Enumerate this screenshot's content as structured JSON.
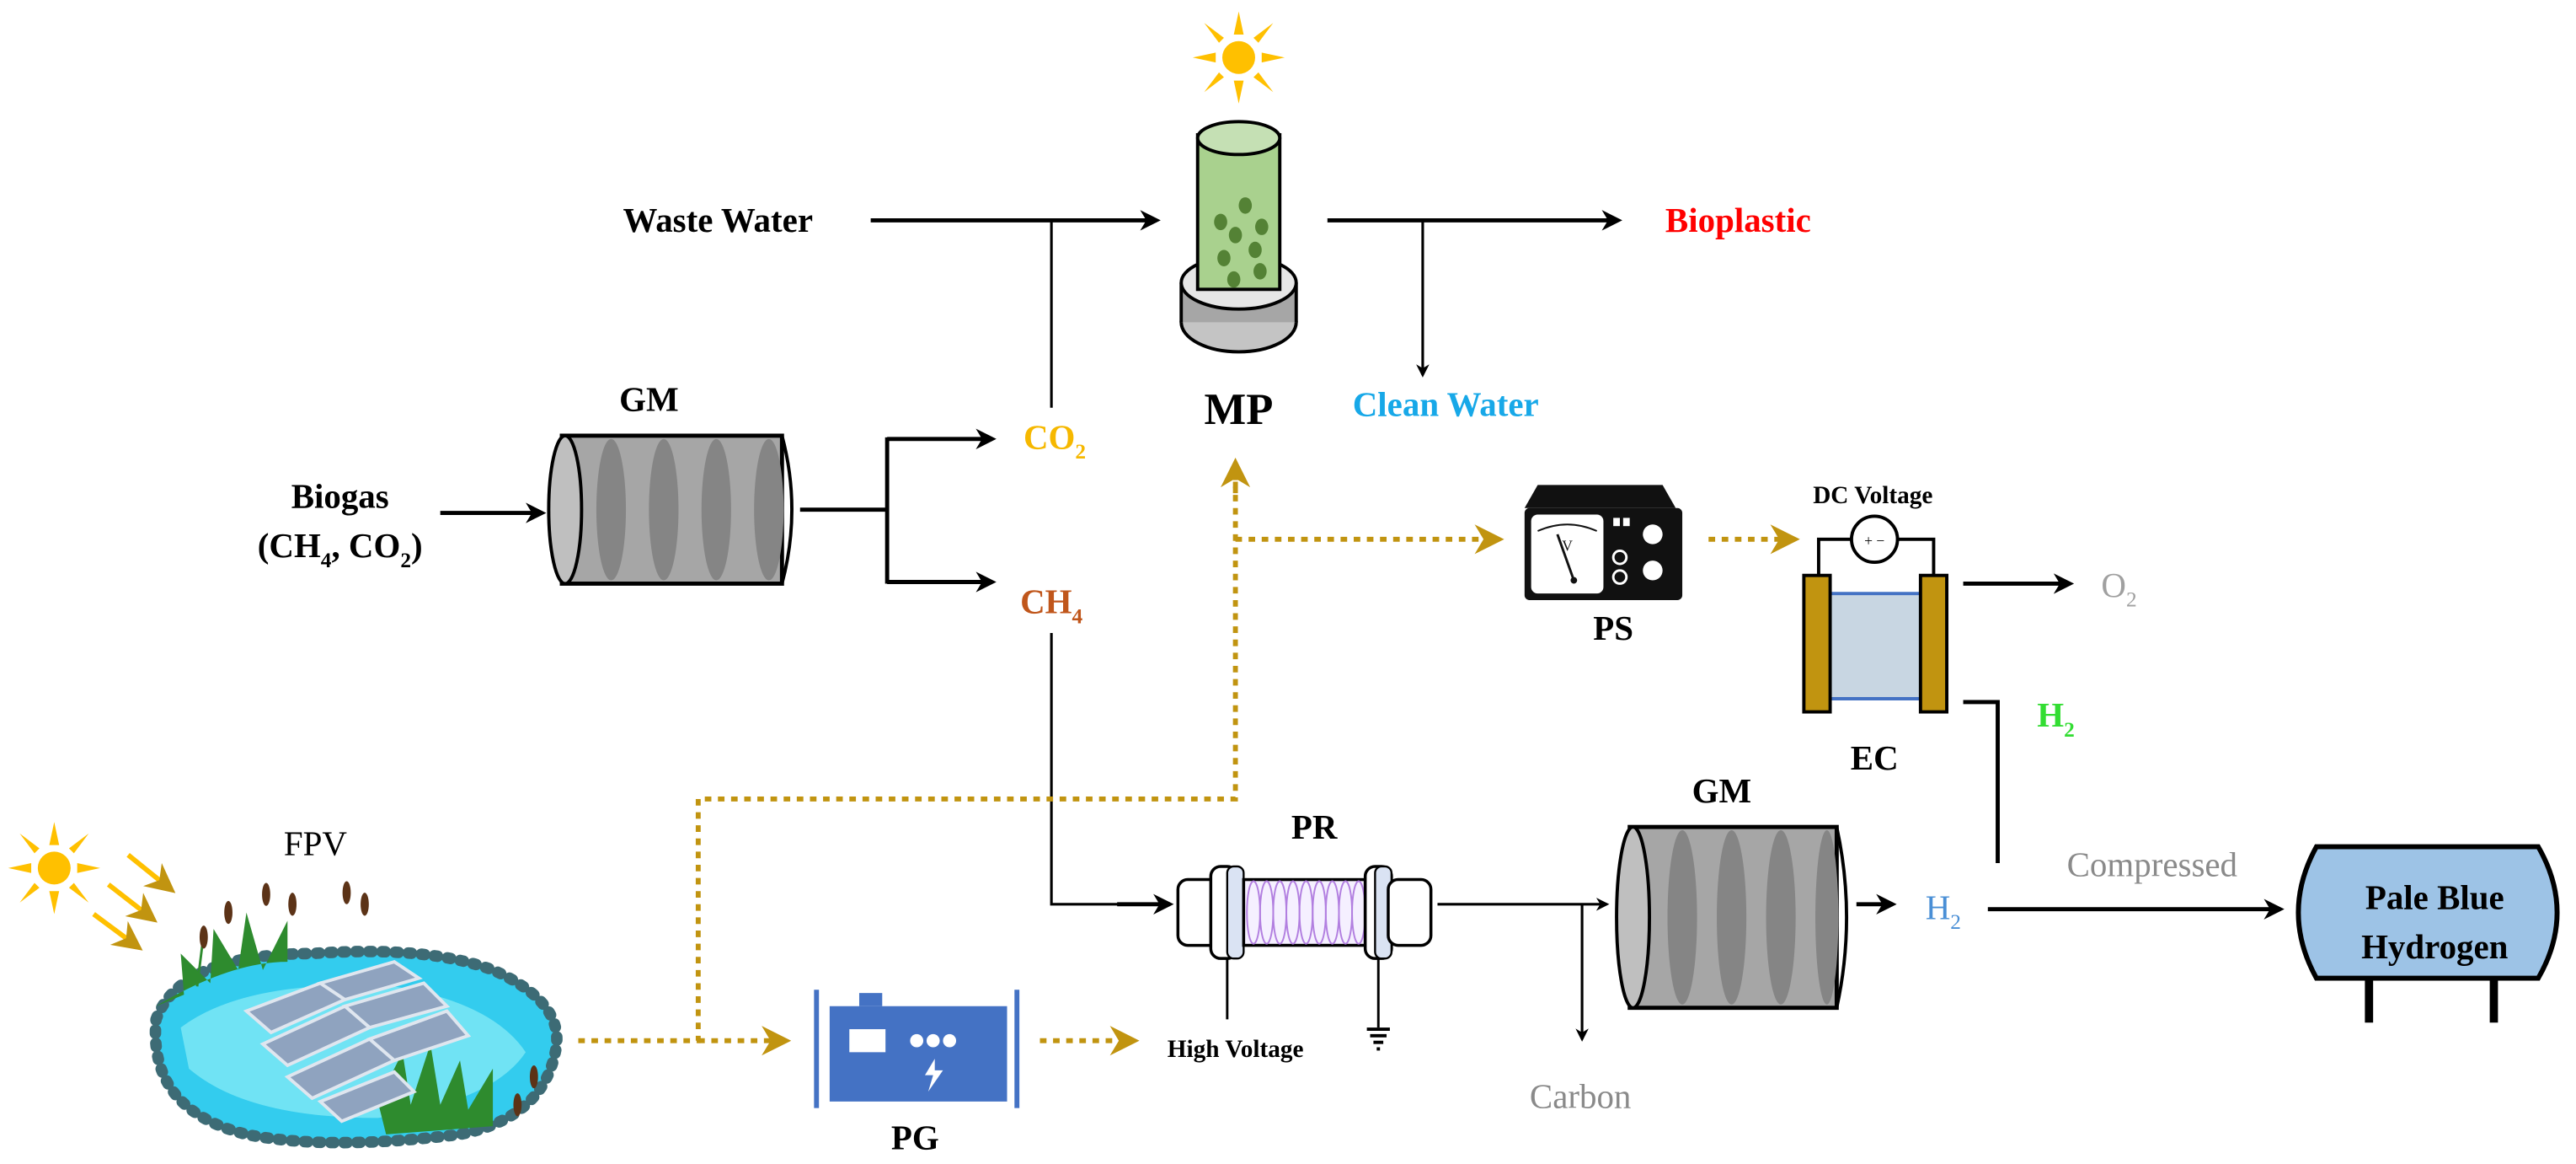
{
  "diagram": {
    "title": "",
    "colors": {
      "flow": "#000000",
      "power_flow": "#c19410",
      "co2": "#f6b800",
      "ch4": "#c0561b",
      "bioplastic": "#ff0000",
      "clean_water": "#17a8e8",
      "o2": "#a0a0a0",
      "h2_ec": "#33dd33",
      "h2_pr": "#4a8fd6",
      "carbon": "#8a8a8a",
      "compressed": "#8a8a8a",
      "storage_fill": "#9dc3e6",
      "generator": "#4472c4",
      "electrode": "#c19410",
      "electrolyte": "#c8d6e2",
      "sun": "#ffc000"
    },
    "nodes": {
      "waste_water": {
        "label": "Waste Water"
      },
      "mp": {
        "label": "MP",
        "icon": "photobioreactor-icon"
      },
      "bioplastic": {
        "label": "Bioplastic"
      },
      "clean_water": {
        "label": "Clean Water"
      },
      "biogas": {
        "label_line1": "Biogas",
        "label_line2_parts": [
          "(CH",
          "4",
          ", CO",
          "2",
          ")"
        ]
      },
      "gm1": {
        "label": "GM",
        "icon": "gas-membrane-icon"
      },
      "co2": {
        "base": "CO",
        "sub": "2"
      },
      "ch4": {
        "base": "CH",
        "sub": "4"
      },
      "ps": {
        "label": "PS",
        "icon": "power-supply-icon"
      },
      "dc_voltage": {
        "label": "DC Voltage"
      },
      "ec": {
        "label": "EC",
        "icon": "electrolysis-cell-icon"
      },
      "o2": {
        "base": "O",
        "sub": "2"
      },
      "h2_ec": {
        "base": "H",
        "sub": "2"
      },
      "fpv": {
        "label": "FPV",
        "icon": "floating-pv-pond-icon"
      },
      "pr": {
        "label": "PR",
        "icon": "plasma-reactor-icon"
      },
      "high_voltage": {
        "label": "High Voltage"
      },
      "pg": {
        "label": "PG",
        "icon": "power-generator-icon"
      },
      "gm2": {
        "label": "GM",
        "icon": "gas-membrane-icon"
      },
      "h2_pr": {
        "base": "H",
        "sub": "2"
      },
      "carbon": {
        "label": "Carbon"
      },
      "compressed": {
        "label": "Compressed"
      },
      "storage": {
        "label_line1": "Pale Blue",
        "label_line2": "Hydrogen",
        "icon": "hydrogen-tank-icon"
      }
    },
    "edges": [
      {
        "from": "Waste Water",
        "to": "MP",
        "type": "material"
      },
      {
        "from": "CO2",
        "to": "MP",
        "type": "material"
      },
      {
        "from": "MP",
        "to": "Bioplastic",
        "type": "material"
      },
      {
        "from": "MP",
        "to": "Clean Water",
        "type": "material"
      },
      {
        "from": "Biogas",
        "to": "GM",
        "type": "material"
      },
      {
        "from": "GM",
        "to": "CO2",
        "type": "material"
      },
      {
        "from": "GM",
        "to": "CH4",
        "type": "material"
      },
      {
        "from": "CH4",
        "to": "PR",
        "type": "material"
      },
      {
        "from": "FPV",
        "to": "PG",
        "type": "power"
      },
      {
        "from": "FPV",
        "to": "MP",
        "type": "power"
      },
      {
        "from": "FPV",
        "to": "PS",
        "type": "power"
      },
      {
        "from": "PS",
        "to": "EC",
        "type": "power"
      },
      {
        "from": "PG",
        "to": "High Voltage",
        "type": "power"
      },
      {
        "from": "EC",
        "to": "O2",
        "type": "material"
      },
      {
        "from": "EC",
        "to": "H2",
        "type": "material"
      },
      {
        "from": "PR",
        "to": "GM",
        "type": "material"
      },
      {
        "from": "PR",
        "to": "Carbon",
        "type": "material"
      },
      {
        "from": "GM",
        "to": "H2",
        "type": "material"
      },
      {
        "from": "H2",
        "to": "Pale Blue Hydrogen",
        "type": "material",
        "label": "Compressed"
      }
    ]
  }
}
